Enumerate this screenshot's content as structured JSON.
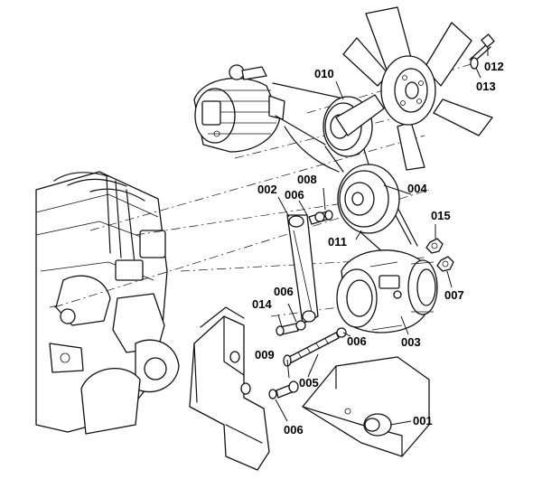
{
  "callouts": [
    {
      "id": "001",
      "text": "001"
    },
    {
      "id": "002",
      "text": "002"
    },
    {
      "id": "003",
      "text": "003"
    },
    {
      "id": "004",
      "text": "004"
    },
    {
      "id": "005",
      "text": "005"
    },
    {
      "id": "006a",
      "text": "006"
    },
    {
      "id": "006b",
      "text": "006"
    },
    {
      "id": "006c",
      "text": "006"
    },
    {
      "id": "006d",
      "text": "006"
    },
    {
      "id": "007",
      "text": "007"
    },
    {
      "id": "008",
      "text": "008"
    },
    {
      "id": "009",
      "text": "009"
    },
    {
      "id": "010",
      "text": "010"
    },
    {
      "id": "011",
      "text": "011"
    },
    {
      "id": "012",
      "text": "012"
    },
    {
      "id": "013",
      "text": "013"
    },
    {
      "id": "014",
      "text": "014"
    },
    {
      "id": "015",
      "text": "015"
    }
  ]
}
